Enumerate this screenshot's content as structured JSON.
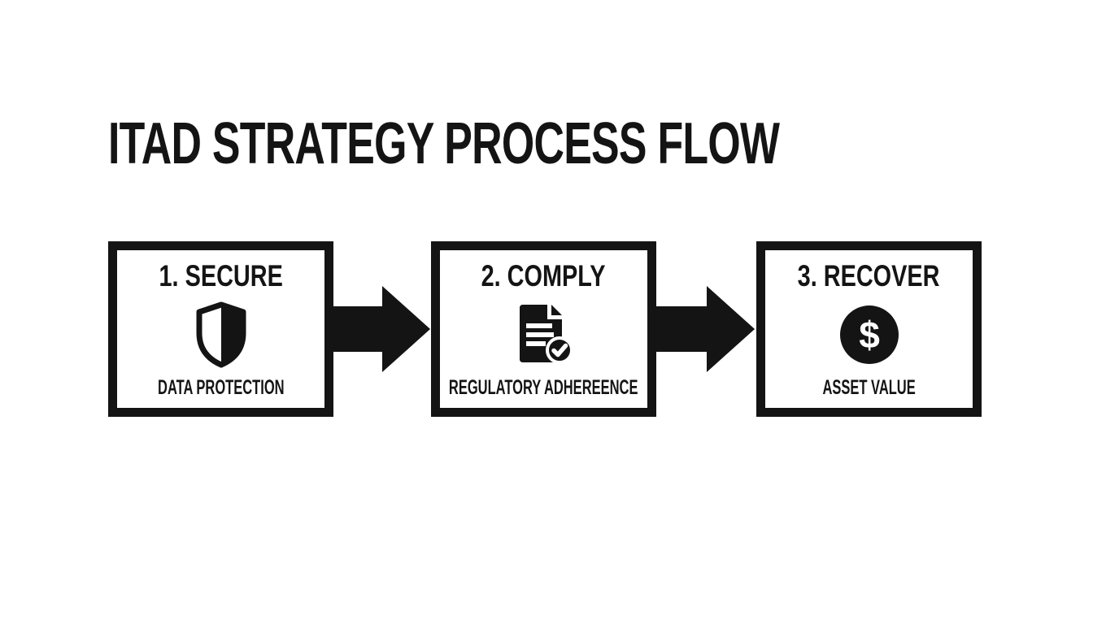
{
  "title": "ITAD STRATEGY PROCESS FLOW",
  "colors": {
    "ink": "#141414",
    "background": "#ffffff"
  },
  "steps": [
    {
      "heading": "1. SECURE",
      "caption": "DATA PROTECTION",
      "icon": "shield-half-icon"
    },
    {
      "heading": "2. COMPLY",
      "caption": "REGULATORY ADHEREENCE",
      "icon": "document-check-icon"
    },
    {
      "heading": "3. RECOVER",
      "caption": "ASSET VALUE",
      "icon": "dollar-circle-icon"
    }
  ],
  "glyphs": {
    "dollar": "$"
  }
}
